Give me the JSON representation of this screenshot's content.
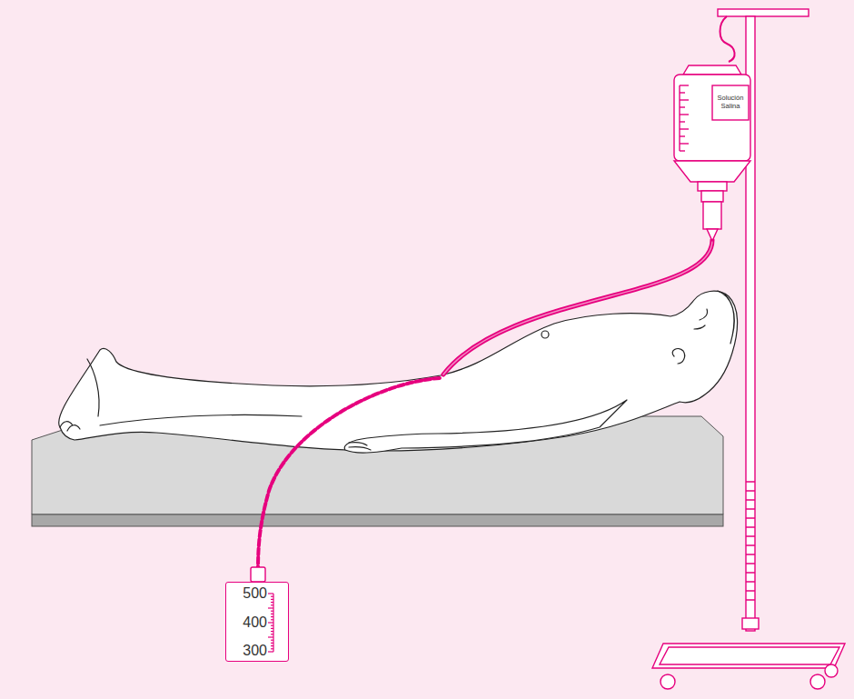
{
  "diagram": {
    "nodes": [
      {
        "text": [
          "Solución Salina"
        ]
      },
      {
        "text": [
          "500",
          "400",
          "300"
        ]
      }
    ]
  }
}
